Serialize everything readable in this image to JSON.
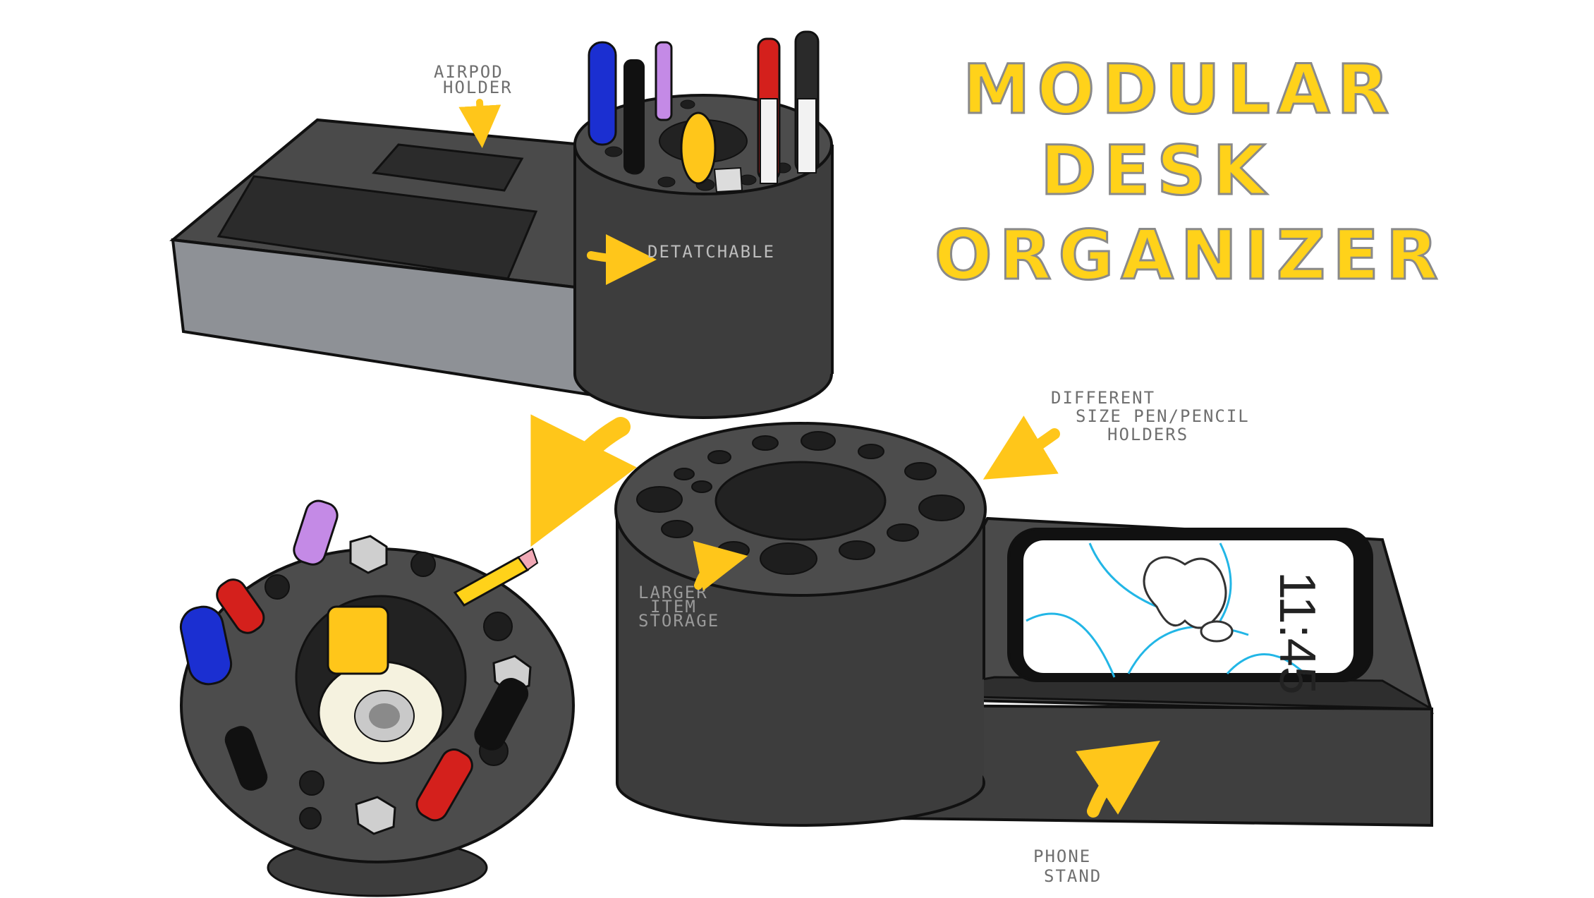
{
  "title": {
    "line1": "MODULAR",
    "line2": "DESK",
    "line3": "ORGANIZER"
  },
  "annotations": {
    "airpod_1": "AIRPOD",
    "airpod_2": "HOLDER",
    "detachable": "DETATCHABLE",
    "pen_sizes_1": "DIFFERENT",
    "pen_sizes_2": "SIZE PEN/PENCIL",
    "pen_sizes_3": "HOLDERS",
    "larger_1": "LARGER",
    "larger_2": "ITEM",
    "larger_3": "STORAGE",
    "phone_1": "PHONE",
    "phone_2": "STAND"
  },
  "phone": {
    "clock": "11:45"
  },
  "colors": {
    "accent": "#ffd21a",
    "body_dark": "#3d3d3d",
    "body_side": "#8e9196",
    "pen_blue": "#1b2fd1",
    "pen_red": "#d4201c",
    "pen_purple": "#c48ae6",
    "screen_lines": "#22b6e6"
  },
  "icons": [
    "arrow-icon",
    "apple-logo-icon",
    "pencil-icon",
    "pen-icon",
    "tape-roll-icon",
    "nut-icon"
  ]
}
